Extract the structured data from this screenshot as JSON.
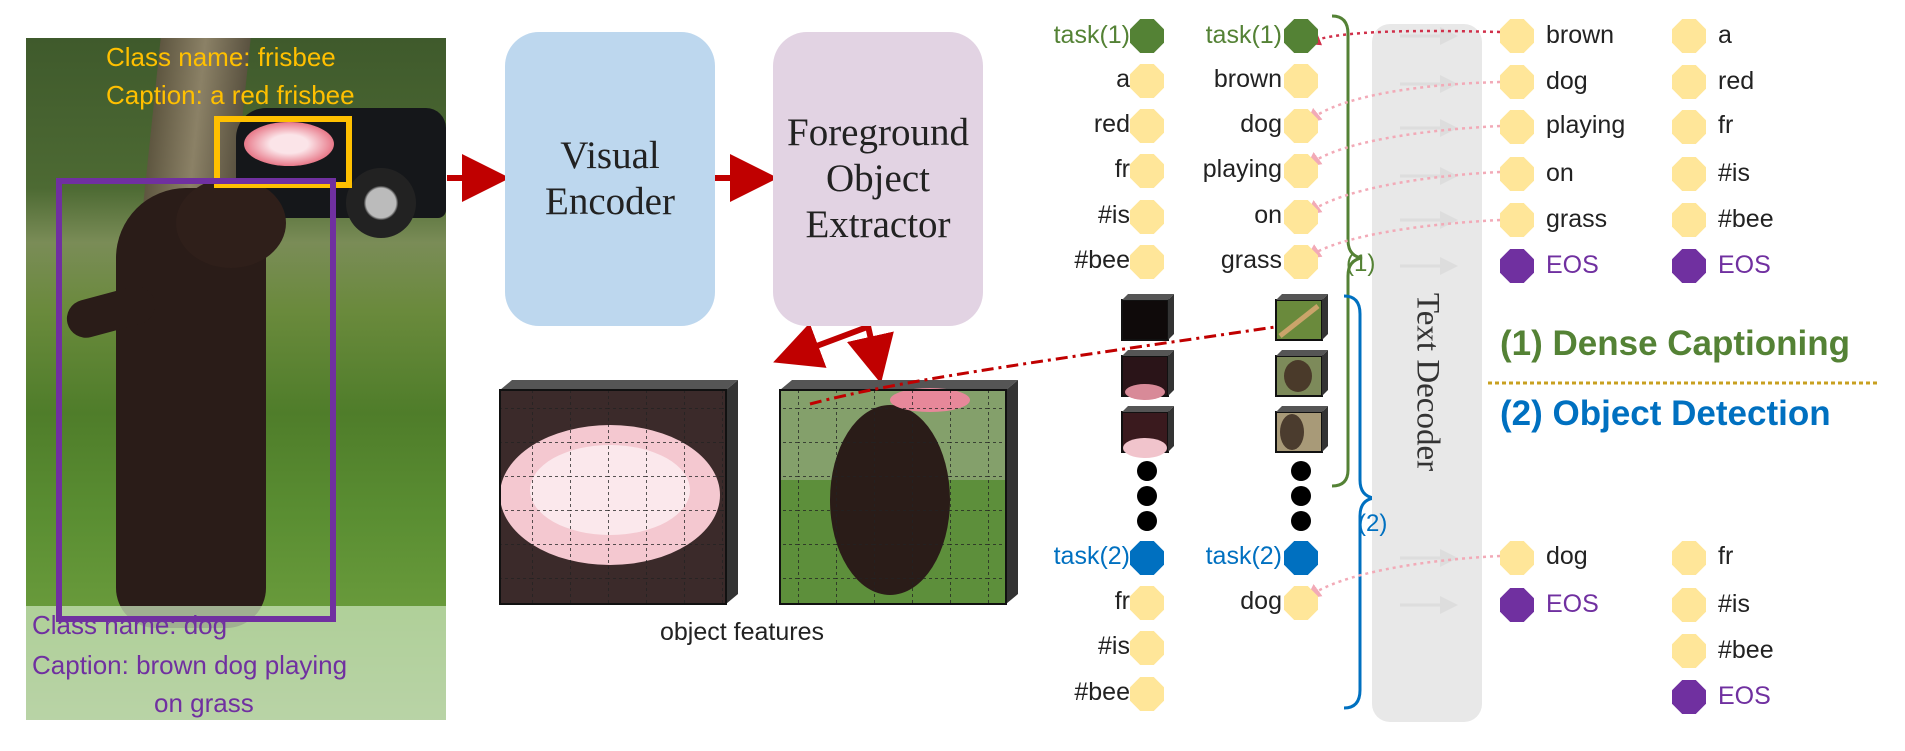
{
  "photo": {
    "frisbee_class": "Class name: frisbee",
    "frisbee_caption": "Caption: a red frisbee",
    "dog_class": "Class name: dog",
    "dog_caption_line1": "Caption: brown dog playing",
    "dog_caption_line2": "on grass"
  },
  "blocks": {
    "visual_encoder_line1": "Visual",
    "visual_encoder_line2": "Encoder",
    "extractor_line1": "Foreground",
    "extractor_line2": "Object",
    "extractor_line3": "Extractor",
    "text_decoder": "Text Decoder"
  },
  "object_features_label": "object features",
  "frisbee_column": {
    "task1": "task(1)",
    "caption_tokens": [
      "a",
      "red",
      "fr",
      "#is",
      "#bee"
    ],
    "task2": "task(2)",
    "class_tokens": [
      "fr",
      "#is",
      "#bee"
    ]
  },
  "dog_column": {
    "task1": "task(1)",
    "caption_tokens": [
      "brown",
      "dog",
      "playing",
      "on",
      "grass"
    ],
    "task2": "task(2)",
    "class_tokens": [
      "dog"
    ]
  },
  "dog_output": {
    "caption_tokens": [
      "brown",
      "dog",
      "playing",
      "on",
      "grass",
      "EOS"
    ],
    "class_tokens": [
      "dog",
      "EOS"
    ]
  },
  "frisbee_output": {
    "caption_tokens": [
      "a",
      "red",
      "fr",
      "#is",
      "#bee",
      "EOS"
    ],
    "class_tokens": [
      "fr",
      "#is",
      "#bee",
      "EOS"
    ]
  },
  "brace_labels": {
    "one": "(1)",
    "two": "(2)"
  },
  "legend": {
    "dense_captioning": "(1) Dense Captioning",
    "object_detection": "(2) Object Detection"
  },
  "colors": {
    "green": "#548235",
    "blue": "#0070c0",
    "purple": "#7030a0",
    "token_yellow": "#ffe699",
    "orange_box": "#ffc000",
    "red_arrow": "#c00000",
    "encoder_fill": "#bdd7ee",
    "extractor_fill": "#e2d3e3"
  }
}
